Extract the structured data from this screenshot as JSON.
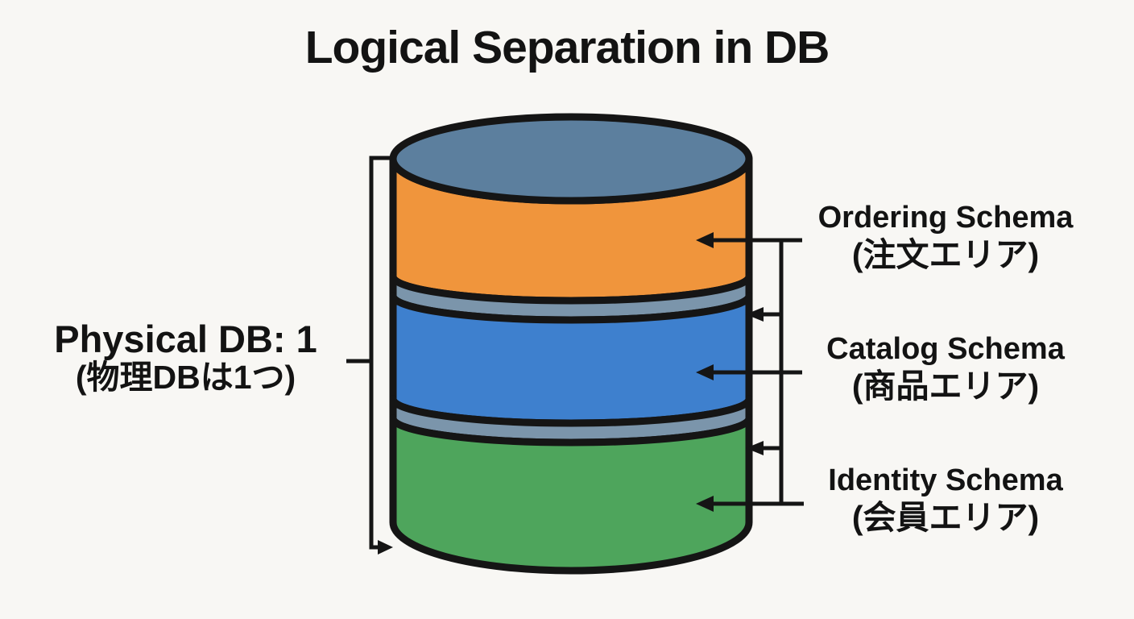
{
  "title": "Logical Separation in DB",
  "physical_db": {
    "label_en": "Physical DB: 1",
    "label_ja": "(物理DBは1つ)"
  },
  "schemas": [
    {
      "label_en": "Ordering Schema",
      "label_ja": "(注文エリア)",
      "color": "#F0953C"
    },
    {
      "label_en": "Catalog Schema",
      "label_ja": "(商品エリア)",
      "color": "#3E80CE"
    },
    {
      "label_en": "Identity Schema",
      "label_ja": "(会員エリア)",
      "color": "#4EA55C"
    }
  ],
  "cylinder": {
    "segments_count": 3,
    "top_face_color": "#5C7F9E",
    "separator_color": "#7B95AB",
    "outline_color": "#151515",
    "background_color": "#F8F7F4"
  }
}
